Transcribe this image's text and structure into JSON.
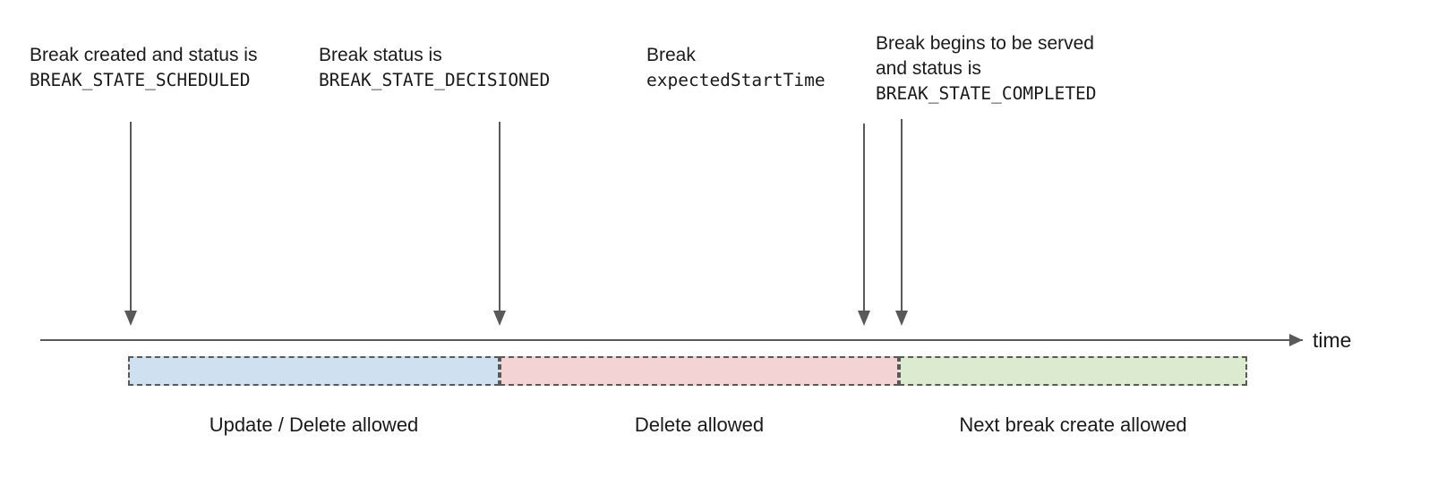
{
  "diagram": {
    "axis": {
      "label": "time",
      "arrow_direction": "right"
    },
    "annotations": [
      {
        "id": "scheduled",
        "lines": [
          {
            "text": "Break created and status is",
            "style": "sans"
          },
          {
            "text": "BREAK_STATE_SCHEDULED",
            "style": "mono"
          }
        ]
      },
      {
        "id": "decisioned",
        "lines": [
          {
            "text": "Break status is",
            "style": "sans"
          },
          {
            "text": "BREAK_STATE_DECISIONED",
            "style": "mono"
          }
        ]
      },
      {
        "id": "expected-start-time",
        "lines": [
          {
            "text": "Break",
            "style": "sans"
          },
          {
            "text": "expectedStartTime",
            "style": "mono"
          }
        ]
      },
      {
        "id": "completed",
        "lines": [
          {
            "text": "Break begins to be served",
            "style": "sans"
          },
          {
            "text": "and status is",
            "style": "sans"
          },
          {
            "text": "BREAK_STATE_COMPLETED",
            "style": "mono"
          }
        ]
      }
    ],
    "phases": [
      {
        "id": "update-delete",
        "caption": "Update / Delete allowed",
        "fill": "#cfe0f0",
        "border": "#595959"
      },
      {
        "id": "delete-only",
        "caption": "Delete allowed",
        "fill": "#f4d3d5",
        "border": "#595959"
      },
      {
        "id": "next-break-create",
        "caption": "Next break create allowed",
        "fill": "#dcead0",
        "border": "#595959"
      }
    ],
    "colors": {
      "stroke": "#595959",
      "text": "#1a1a1a",
      "background": "#ffffff"
    }
  }
}
